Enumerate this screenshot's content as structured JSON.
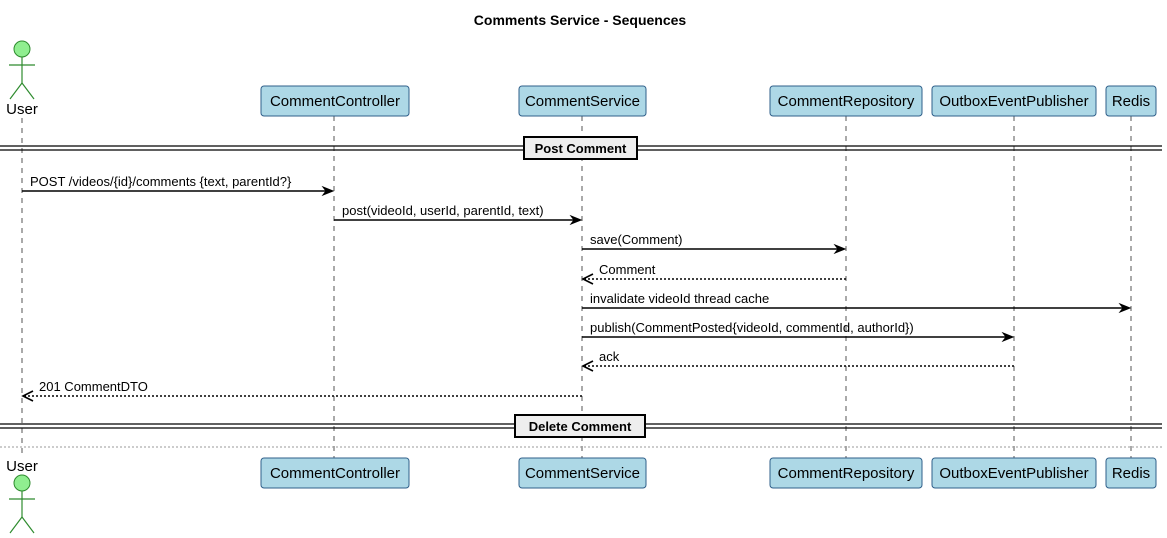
{
  "title": "Comments Service - Sequences",
  "participants": [
    {
      "id": "user",
      "label": "User",
      "kind": "actor"
    },
    {
      "id": "controller",
      "label": "CommentController",
      "kind": "participant"
    },
    {
      "id": "service",
      "label": "CommentService",
      "kind": "participant"
    },
    {
      "id": "repository",
      "label": "CommentRepository",
      "kind": "participant"
    },
    {
      "id": "outbox",
      "label": "OutboxEventPublisher",
      "kind": "participant"
    },
    {
      "id": "redis",
      "label": "Redis",
      "kind": "participant"
    }
  ],
  "sections": [
    {
      "label": "Post Comment"
    },
    {
      "label": "Delete Comment"
    }
  ],
  "messages": [
    {
      "from": "user",
      "to": "controller",
      "label": "POST  /videos/{id}/comments {text, parentId?}",
      "style": "solid"
    },
    {
      "from": "controller",
      "to": "service",
      "label": "post(videoId, userId, parentId, text)",
      "style": "solid"
    },
    {
      "from": "service",
      "to": "repository",
      "label": "save(Comment)",
      "style": "solid"
    },
    {
      "from": "repository",
      "to": "service",
      "label": "Comment",
      "style": "dotted"
    },
    {
      "from": "service",
      "to": "redis",
      "label": "invalidate videoId thread cache",
      "style": "solid"
    },
    {
      "from": "service",
      "to": "outbox",
      "label": "publish(CommentPosted{videoId, commentId, authorId})",
      "style": "solid"
    },
    {
      "from": "outbox",
      "to": "service",
      "label": "ack",
      "style": "dotted"
    },
    {
      "from": "service",
      "to": "user",
      "label": "201 CommentDTO",
      "style": "dotted"
    }
  ],
  "colors": {
    "participant_fill": "#add8e6",
    "participant_border": "#2f5f8a",
    "actor_fill": "#90ee90",
    "divider_fill": "#eeeeee"
  }
}
